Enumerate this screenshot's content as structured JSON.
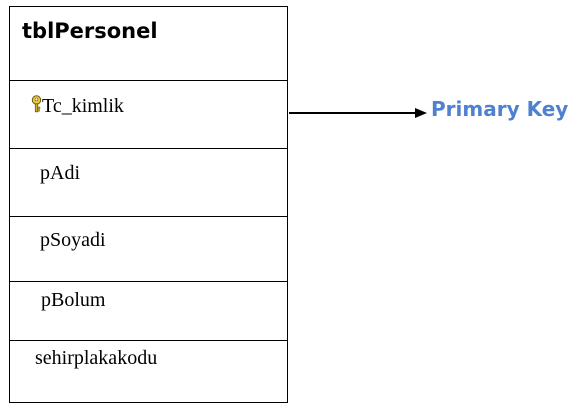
{
  "table": {
    "name": "tblPersonel",
    "fields": [
      {
        "name": "Tc_kimlik",
        "is_primary_key": true
      },
      {
        "name": "pAdi",
        "is_primary_key": false
      },
      {
        "name": "pSoyadi",
        "is_primary_key": false
      },
      {
        "name": "pBolum",
        "is_primary_key": false
      },
      {
        "name": "sehirplakakodu",
        "is_primary_key": false
      }
    ]
  },
  "annotation": {
    "label": "Primary Key",
    "color": "#4f81cf",
    "icon": "key-icon"
  }
}
